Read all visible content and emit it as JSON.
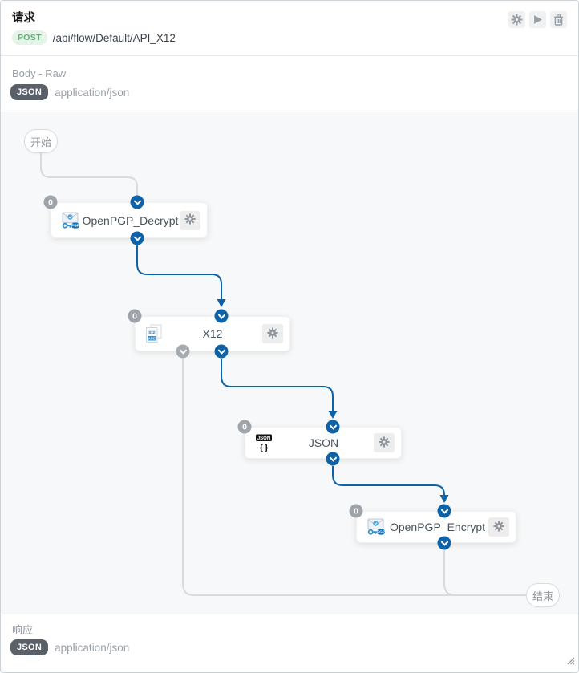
{
  "request": {
    "title": "请求",
    "method": "POST",
    "path": "/api/flow/Default/API_X12",
    "body_label": "Body - Raw",
    "content_type_badge": "JSON",
    "content_type": "application/json"
  },
  "toolbar": {
    "settings_icon": "gear",
    "run_icon": "play",
    "delete_icon": "trash"
  },
  "flow": {
    "start_label": "开始",
    "end_label": "结束",
    "nodes": [
      {
        "label": "OpenPGP_Decrypt",
        "badge": "0",
        "icon": "openpgp-envelope-key-icon"
      },
      {
        "label": "X12",
        "badge": "0",
        "icon": "x12-document-icon"
      },
      {
        "label": "JSON",
        "badge": "0",
        "icon": "json-braces-icon"
      },
      {
        "label": "OpenPGP_Encrypt",
        "badge": "0",
        "icon": "openpgp-envelope-key-icon"
      }
    ]
  },
  "response": {
    "title": "响应",
    "content_type_badge": "JSON",
    "content_type": "application/json"
  },
  "theme": {
    "accent-blue": "#0d62a8",
    "line-gray": "#d8dadd",
    "badge-gray": "#9ea4aa",
    "conn-gray": "#a6abb0",
    "method-green": "#5fae74",
    "json-badge-bg": "#5a6068",
    "canvas-bg": "#f7f8f9"
  }
}
